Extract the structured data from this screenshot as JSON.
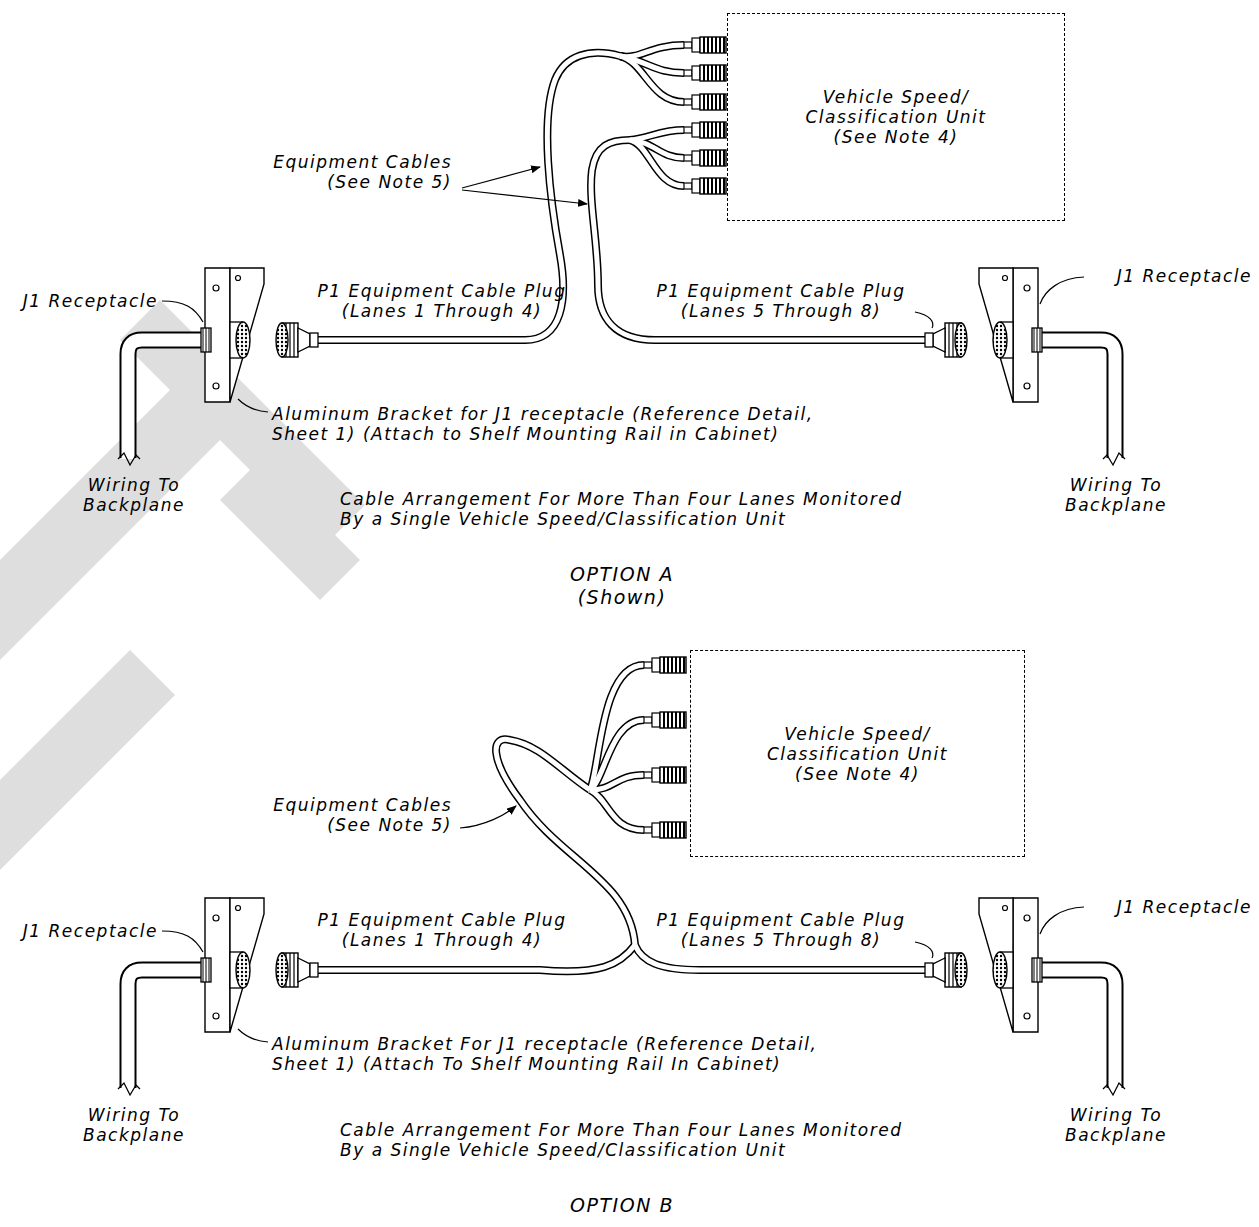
{
  "diagram": {
    "nodes": [
      {
        "text": [
          "Vehicle Speed/ Classification Unit (See Note 4)"
        ]
      },
      {
        "text": [
          "Vehicle Speed/ Classification Unit (See Note 4)"
        ]
      }
    ],
    "labels": [
      "Equipment Cables (See Note 5)",
      "J1 Receptacle",
      "P1 Equipment Cable Plug (Lanes 1 Through 4)",
      "P1 Equipment Cable Plug (Lanes 5 Through 8)",
      "J1 Receptacle",
      "Aluminum Bracket for J1 receptacle (Reference Detail, Sheet 1) (Attach to Shelf Mounting Rail in Cabinet)",
      "Wiring To Backplane",
      "Wiring To Backplane",
      "Cable Arrangement For More Than Four Lanes Monitored By a Single Vehicle Speed/Classification Unit",
      "OPTION A (Shown)",
      "Equipment Cables (See Note 5)",
      "J1 Receptacle",
      "P1 Equipment Cable Plug (Lanes 1 Through 4)",
      "P1 Equipment Cable Plug (Lanes 5 Through 8)",
      "J1 Receptacle",
      "Aluminum Bracket For J1 receptacle (Reference Detail, Sheet 1) (Attach To Shelf Mounting Rail In Cabinet)",
      "Wiring To Backplane",
      "Wiring To Backplane",
      "Cable Arrangement For More Than Four Lanes Monitored By a Single Vehicle Speed/Classification Unit",
      "OPTION B"
    ]
  }
}
